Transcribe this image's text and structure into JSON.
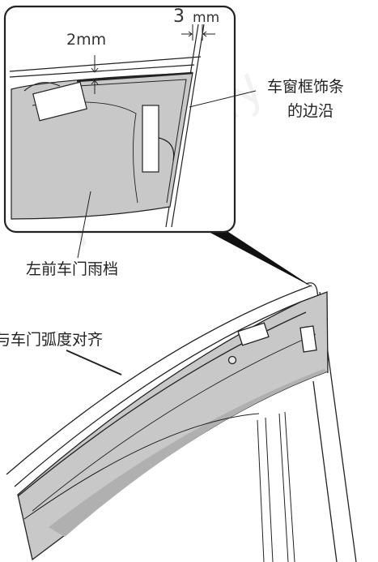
{
  "watermark": "Accessory",
  "dimensions": {
    "gap_top": {
      "number": "3",
      "unit": "mm"
    },
    "gap_side": "2mm"
  },
  "labels": {
    "frame_edge_line1": "车窗框饰条",
    "frame_edge_line2": "的边沿",
    "visor_name": "左前车门雨档",
    "align_note": "与车门弧度对齐"
  },
  "colors": {
    "line": "#222222",
    "visor_fill": "#c9c9c9",
    "visor_fill_dark": "#b3b3b3",
    "tape_fill": "#ffffff",
    "inset_border": "#222222"
  }
}
